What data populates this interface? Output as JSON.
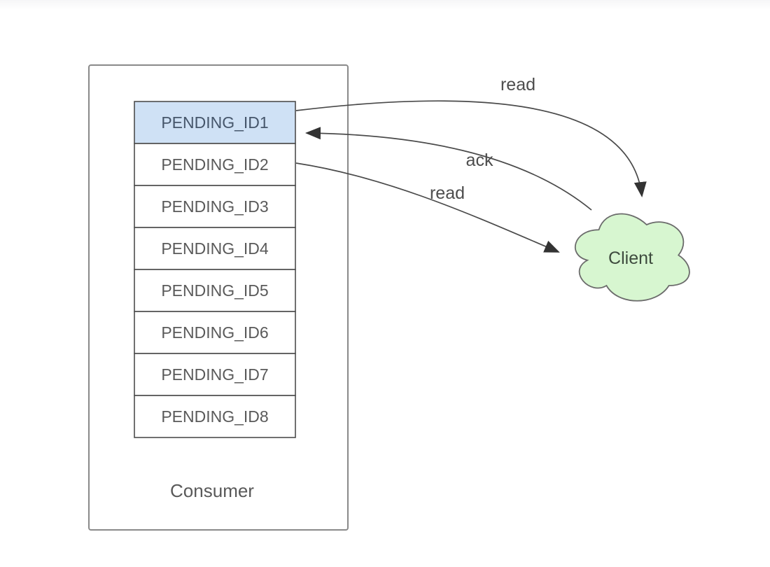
{
  "colors": {
    "highlight_fill": "#cfe1f5",
    "row_fill": "#ffffff",
    "cloud_fill": "#d7f6d0",
    "ack_red": "#f4473e"
  },
  "consumer": {
    "label": "Consumer",
    "items": [
      "PENDING_ID1",
      "PENDING_ID2",
      "PENDING_ID3",
      "PENDING_ID4",
      "PENDING_ID5",
      "PENDING_ID6",
      "PENDING_ID7",
      "PENDING_ID8"
    ]
  },
  "client": {
    "label": "Client"
  },
  "edges": {
    "read_top_label": "read",
    "ack_label": "ack",
    "read_bottom_label": "read"
  }
}
